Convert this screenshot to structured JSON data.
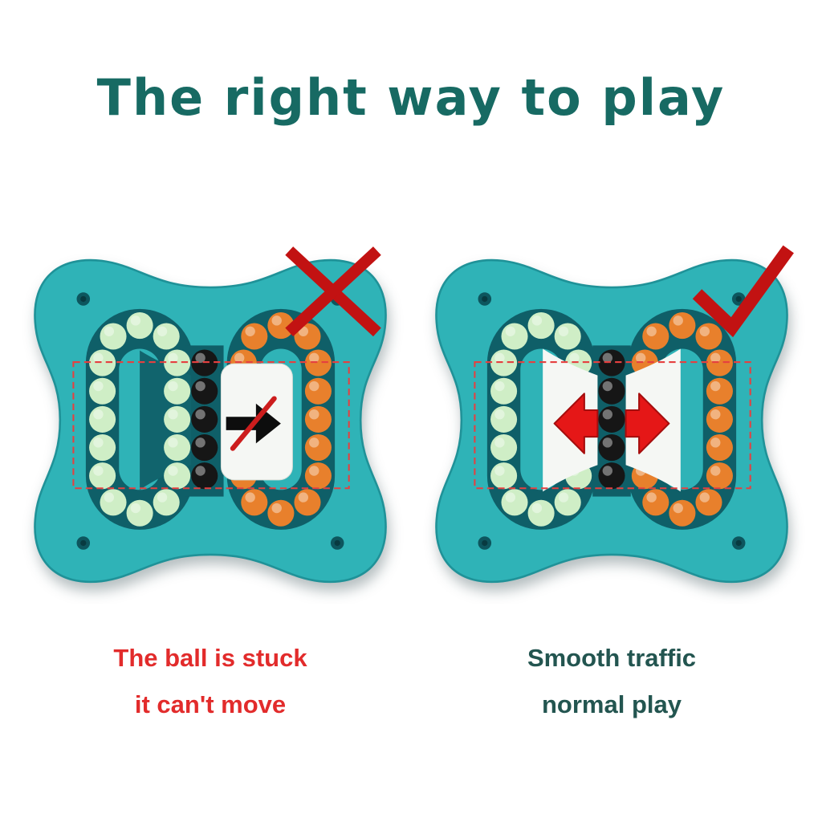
{
  "title": "The right way to play",
  "panels": {
    "wrong": {
      "caption_line1": "The ball is stuck",
      "caption_line2": "it can't move",
      "mark_icon": "cross-mark"
    },
    "right": {
      "caption_line1": "Smooth traffic",
      "caption_line2": "normal play",
      "mark_icon": "check-mark"
    }
  },
  "colors": {
    "title_text": "#176a63",
    "wrong_caption_text": "#e22b2b",
    "right_caption_text": "#235550",
    "toy_body": "#2fb3b7",
    "toy_body_edge": "#1f9298",
    "track_groove": "#0f5f68",
    "bead_mint": "#cfeec6",
    "bead_orange": "#e8802c",
    "bead_black": "#161616",
    "slider_white": "#f5f7f4",
    "arrow_red": "#e51717",
    "mark_red": "#c21212",
    "dashed_box_red": "#e54040"
  }
}
